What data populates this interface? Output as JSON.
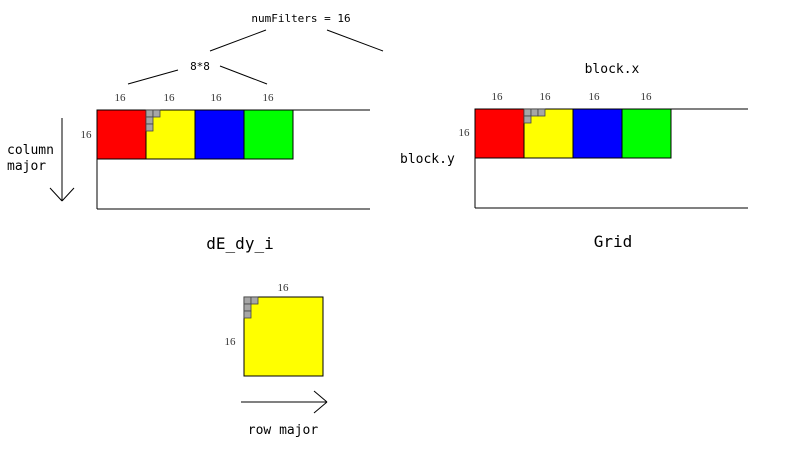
{
  "labels": {
    "num_filters": "numFilters = 16",
    "group": "8*8",
    "column_major": [
      "column",
      "major"
    ],
    "row_major": "row major",
    "left_panel_title": "dE_dy_i",
    "right_panel_title": "Grid",
    "block_x": "block.x",
    "block_y": "block.y",
    "dim": "16"
  },
  "colors": {
    "red": "#ff0000",
    "yellow": "#ffff00",
    "blue": "#0000ff",
    "green": "#00ff00",
    "thread_cell": "#a6a6a6",
    "stroke": "#000000"
  },
  "blocks": [
    "red",
    "yellow",
    "blue",
    "green"
  ]
}
